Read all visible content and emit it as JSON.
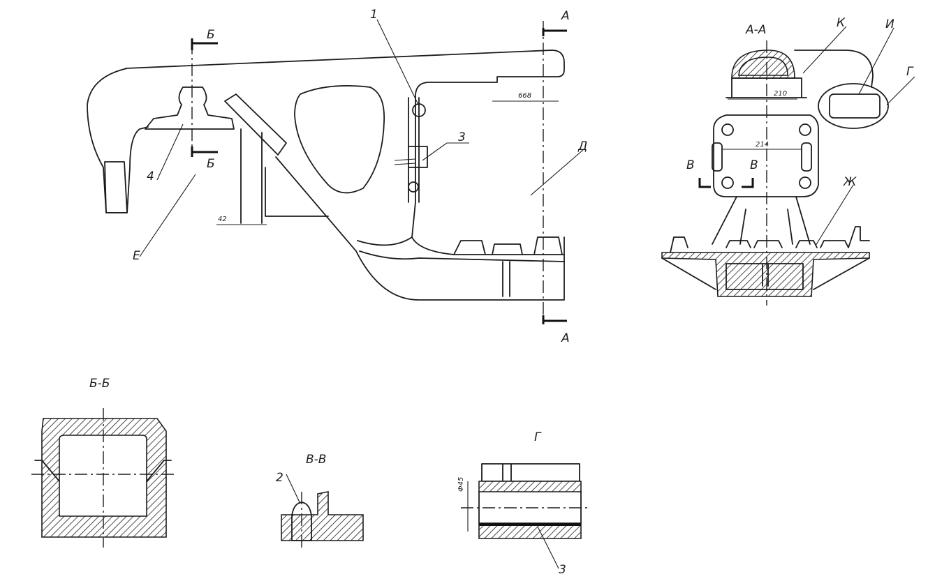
{
  "sections": {
    "aa_top": "А",
    "aa_bottom": "А",
    "aa_title": "А-А",
    "bb_top": "Б",
    "bb_bottom": "Б",
    "bb_title": "Б-Б",
    "vv_left": "В",
    "vv_right": "В",
    "vv_title": "В-В",
    "g_title": "Г"
  },
  "callouts": {
    "c1": "1",
    "c2": "2",
    "c3_main": "3",
    "c3_detail": "3",
    "c4": "4",
    "d": "Д",
    "e": "Е",
    "k": "К",
    "i": "И",
    "g": "Г",
    "zh": "Ж"
  },
  "dimensions": {
    "d668": "668",
    "d42": "42",
    "d210": "210",
    "d214": "214",
    "d45": "Ф45"
  }
}
